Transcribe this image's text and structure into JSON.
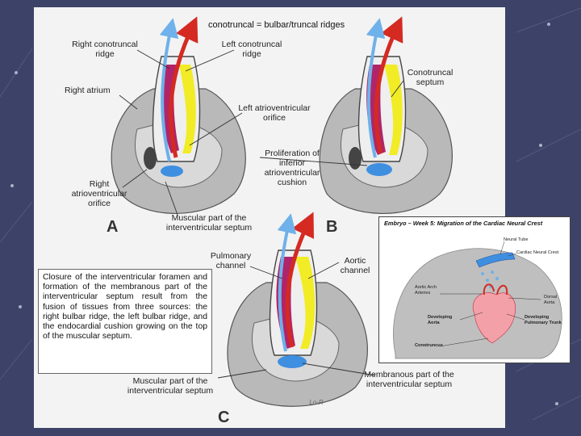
{
  "title": "conotruncal = bulbar/truncal ridges",
  "labels": {
    "right_conotruncal_ridge": "Right conotruncal ridge",
    "left_conotruncal_ridge": "Left conotruncal ridge",
    "right_atrium": "Right atrium",
    "left_av_orifice": "Left atrioventricular orifice",
    "right_av_orifice": "Right atrioventricular orifice",
    "muscular_part_a": "Muscular part of the interventricular septum",
    "conotruncal_septum": "Conotruncal septum",
    "proliferation": "Proliferation of inferior atrioventricular cushion",
    "pulmonary_channel": "Pulmonary channel",
    "aortic_channel": "Aortic channel",
    "muscular_part_c": "Muscular part of the interventricular septum",
    "membranous_part": "Membranous part of the interventricular septum"
  },
  "panels": {
    "a": "A",
    "b": "B",
    "c": "C"
  },
  "caption": "Closure of the interventricular foramen and formation of the membranous part of the interventricular septum result from the fusion of tissues from three sources: the right bulbar ridge, the left bulbar ridge, and the endocardial cushion growing on the top of the muscular septum.",
  "inset": {
    "title": "Embryo – Week 5: Migration of the Cardiac Neural Crest",
    "labels": {
      "neural_tube": "Neural Tube",
      "cardiac_neural_crest": "Cardiac Neural Crest",
      "aortic_arch_arteries": "Aortic Arch Arteries",
      "dorsal_aorta": "Dorsal Aorta",
      "developing_aorta": "Developing Aorta",
      "developing_pulmonary_trunk": "Developing Pulmonary Trunk",
      "conotruncus": "Conotruncus"
    }
  },
  "colors": {
    "background": "#3d4368",
    "slide": "#f3f3f3",
    "tissue_grey": "#b9b9b9",
    "ridge_magenta": "#b0256a",
    "ridge_yellow": "#f1ec25",
    "cushion_blue": "#3f8fe0",
    "arrow_red": "#d42a22",
    "arrow_blue": "#6fb1ea"
  },
  "signature": "Lo-R"
}
